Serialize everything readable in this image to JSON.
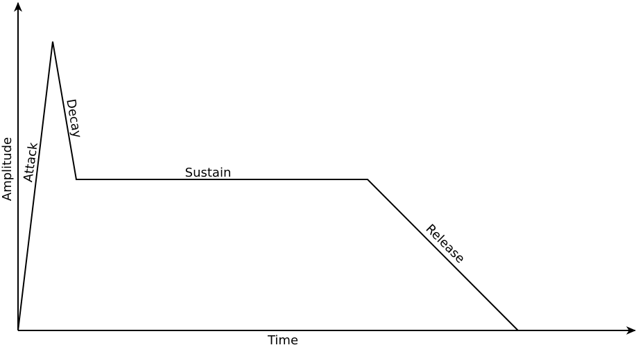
{
  "diagram": {
    "axes": {
      "x_label": "Time",
      "y_label": "Amplitude"
    },
    "stages": {
      "attack": "Attack",
      "decay": "Decay",
      "sustain": "Sustain",
      "release": "Release"
    }
  }
}
